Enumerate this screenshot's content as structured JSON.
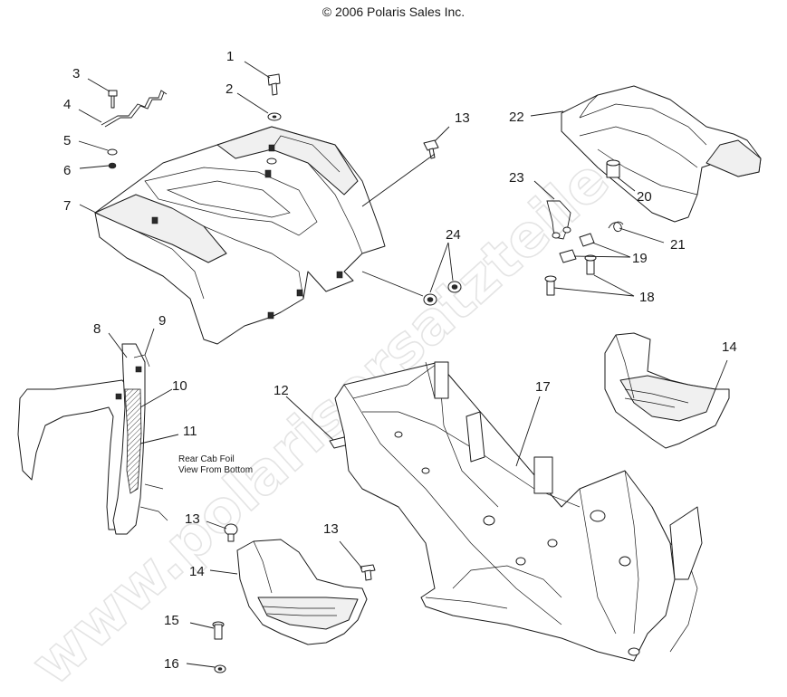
{
  "copyright": "© 2006 Polaris Sales Inc.",
  "watermark": "www.polarisersatzteile.de",
  "note_lines": [
    "Rear Cab Foil",
    "View From Bottom"
  ],
  "callouts": [
    "1",
    "2",
    "3",
    "4",
    "5",
    "6",
    "7",
    "8",
    "9",
    "10",
    "11",
    "12",
    "13",
    "13",
    "13",
    "14",
    "14",
    "15",
    "16",
    "17",
    "18",
    "19",
    "20",
    "21",
    "22",
    "23",
    "24"
  ],
  "colors": {
    "line": "#1a1a1a",
    "watermark": "#e4e4e4",
    "background": "#ffffff"
  }
}
